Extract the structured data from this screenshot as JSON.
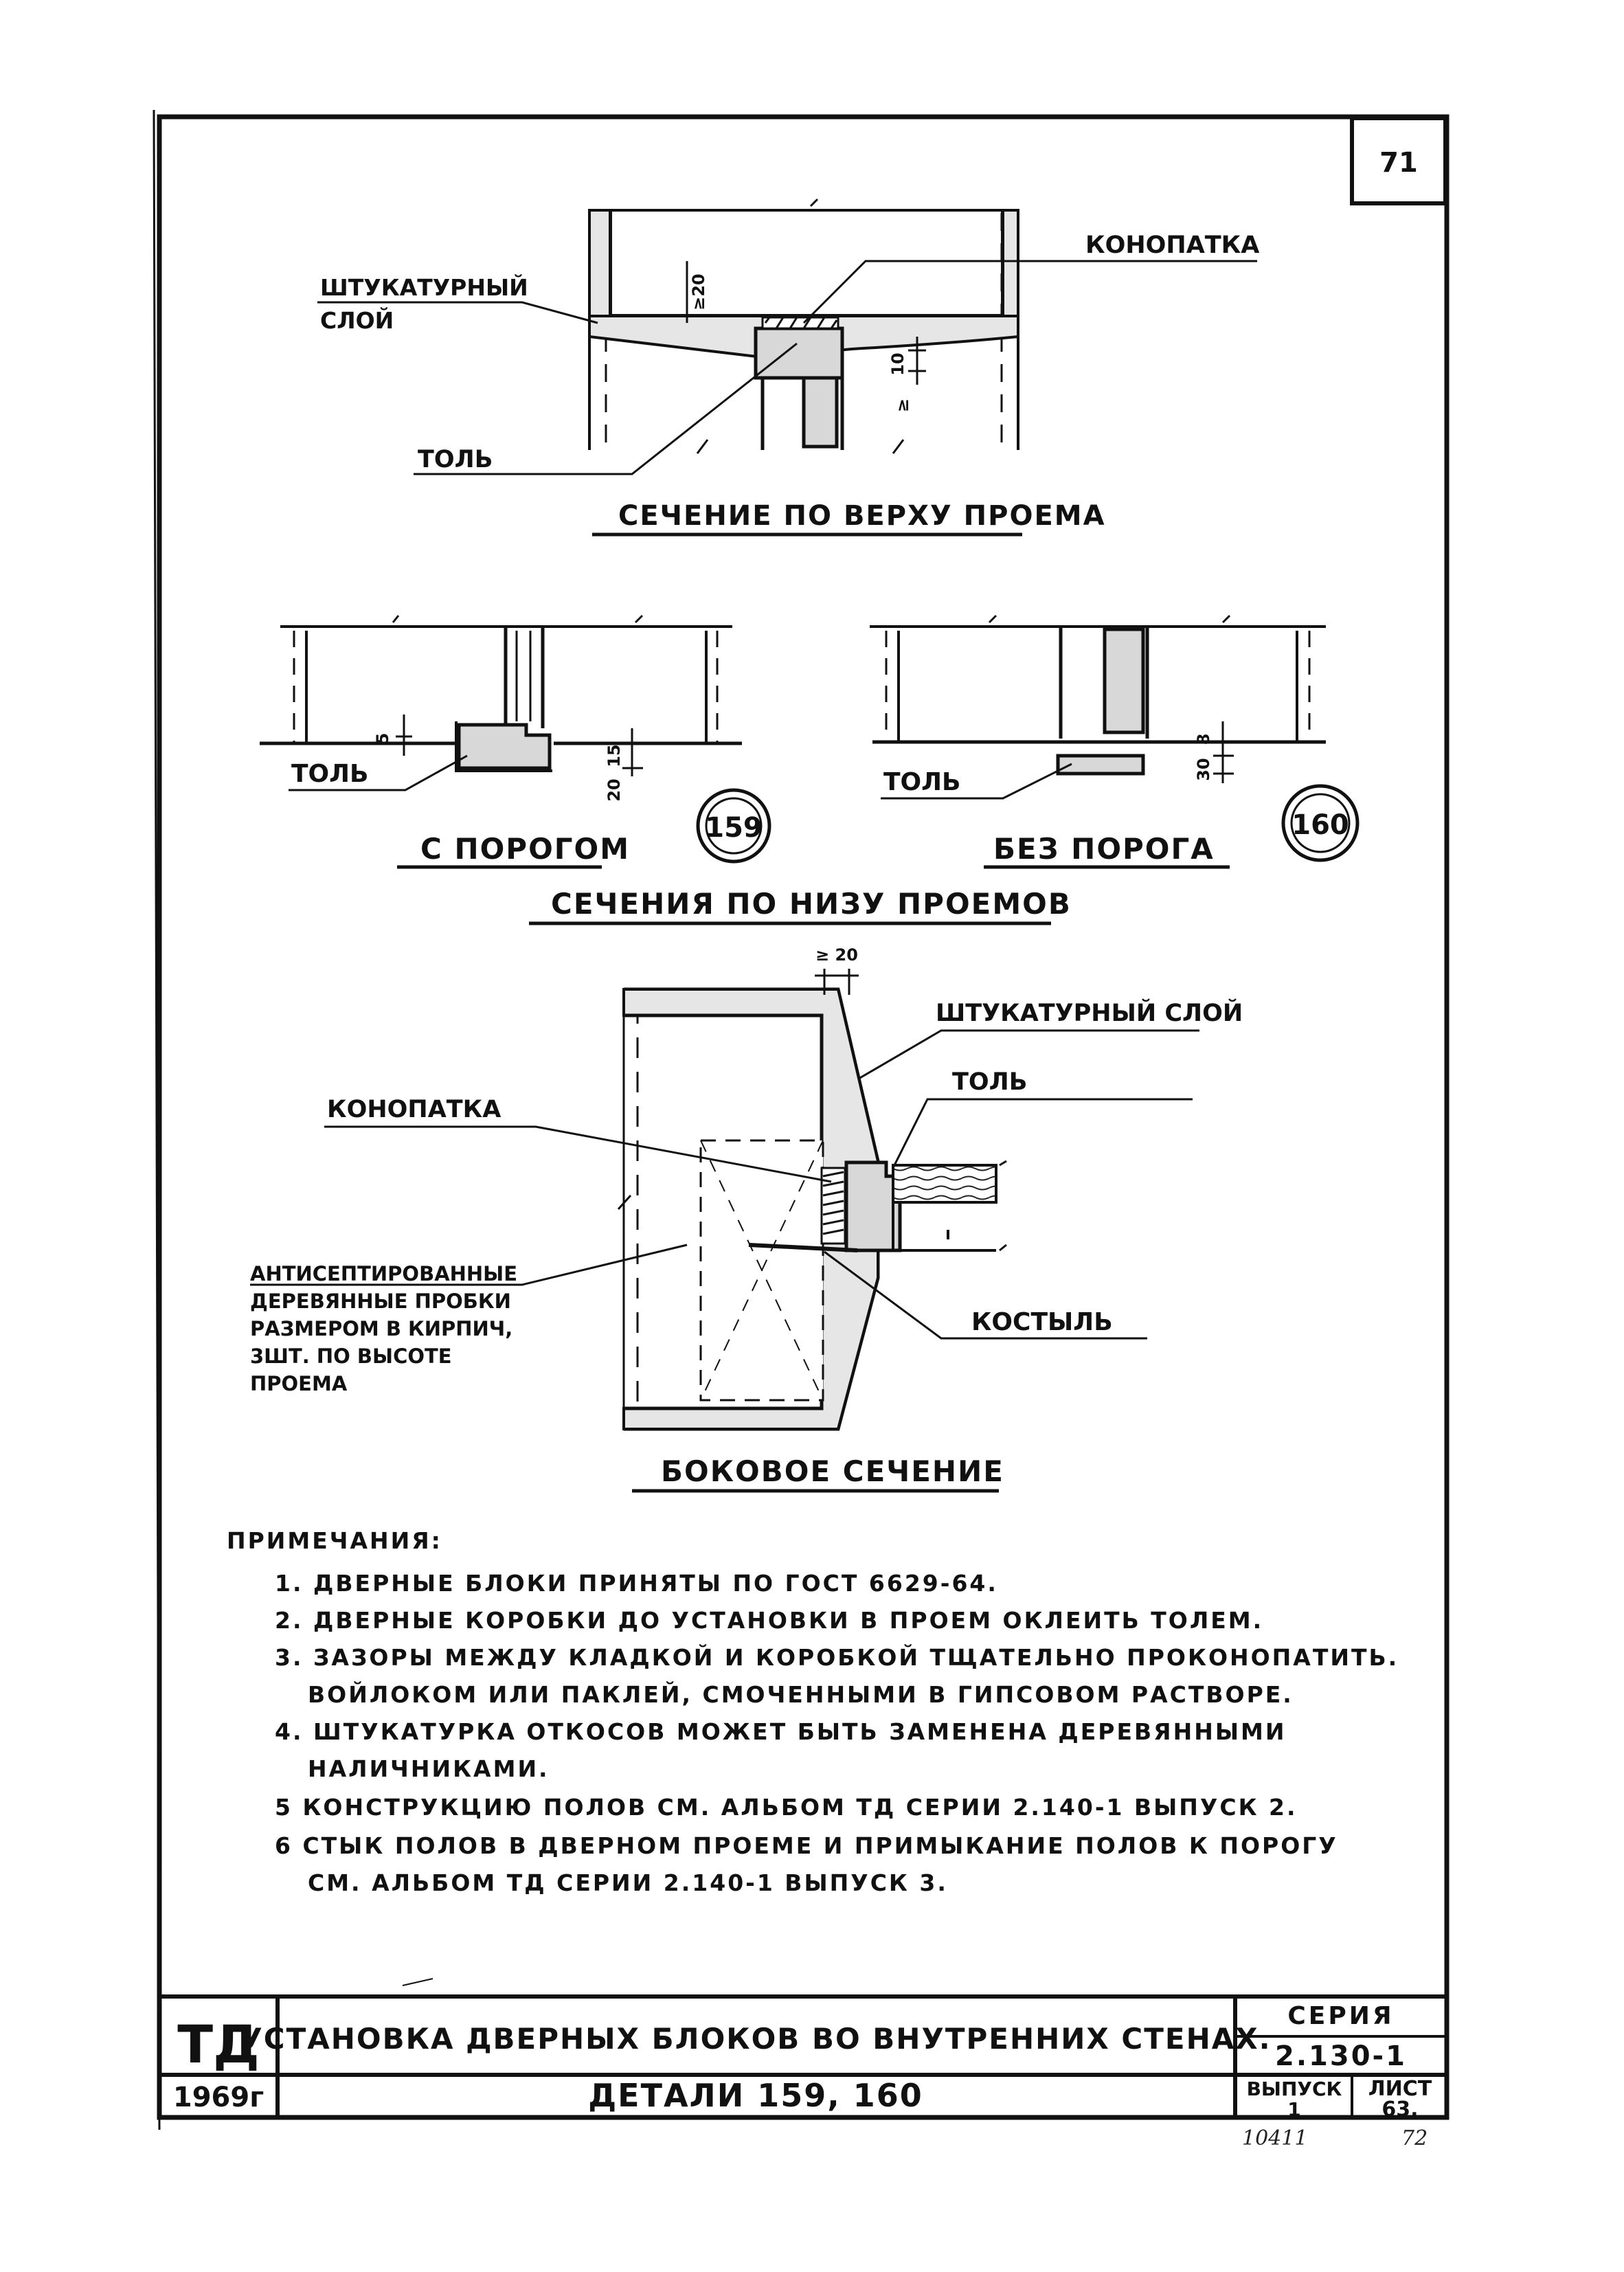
{
  "sheet": {
    "corner_number": "71",
    "bottom_stamp_left": "10411",
    "bottom_stamp_right": "72"
  },
  "top_section": {
    "title": "СЕЧЕНИЕ ПО ВЕРХУ ПРОЕМА",
    "label_plaster": [
      "ШТУКАТУРНЫЙ",
      "СЛОЙ"
    ],
    "label_caulk": "КОНОПАТКА",
    "label_tol": "ТОЛЬ",
    "dim_20": "≥20",
    "dim_10": "10",
    "dim_ge": "≥"
  },
  "bottom_sections": {
    "title": "СЕЧЕНИЯ ПО НИЗУ ПРОЕМОВ",
    "left": {
      "title": "С ПОРОГОМ",
      "tag": "159",
      "label_tol": "ТОЛЬ",
      "dim_5": "5",
      "dim_20": "20",
      "dim_15": "15"
    },
    "right": {
      "title": "БЕЗ ПОРОГА",
      "tag": "160",
      "label_tol": "ТОЛЬ",
      "dim_30": "30",
      "dim_8": "8"
    }
  },
  "side_section": {
    "title": "БОКОВОЕ СЕЧЕНИЕ",
    "dim_20": "≥ 20",
    "label_plaster": "ШТУКАТУРНЫЙ СЛОЙ",
    "label_tol": "ТОЛЬ",
    "label_caulk": "КОНОПАТКА",
    "label_plugs": [
      "АНТИСЕПТИРОВАННЫЕ",
      "ДЕРЕВЯННЫЕ ПРОБКИ",
      "РАЗМЕРОМ В КИРПИЧ,",
      "3ШТ. ПО ВЫСОТЕ",
      "ПРОЕМА"
    ],
    "label_spike": "КОСТЫЛЬ"
  },
  "notes": {
    "heading": "ПРИМЕЧАНИЯ:",
    "lines": [
      "1. ДВЕРНЫЕ БЛОКИ ПРИНЯТЫ ПО ГОСТ 6629-64.",
      "2. ДВЕРНЫЕ КОРОБКИ ДО УСТАНОВКИ В ПРОЕМ ОКЛЕИТЬ ТОЛЕМ.",
      "3. ЗАЗОРЫ МЕЖДУ КЛАДКОЙ И КОРОБКОЙ ТЩАТЕЛЬНО ПРОКОНОПАТИТЬ.",
      "ВОЙЛОКОМ ИЛИ ПАКЛЕЙ, СМОЧЕННЫМИ В ГИПСОВОМ РАСТВОРЕ.",
      "4. ШТУКАТУРКА ОТКОСОВ МОЖЕТ БЫТЬ ЗАМЕНЕНА ДЕРЕВЯННЫМИ",
      "НАЛИЧНИКАМИ.",
      "5 КОНСТРУКЦИЮ ПОЛОВ СМ. АЛЬБОМ ТД СЕРИИ 2.140-1 ВЫПУСК 2.",
      "6 СТЫК ПОЛОВ В ДВЕРНОМ ПРОЕМЕ И ПРИМЫКАНИЕ ПОЛОВ К ПОРОГУ",
      "СМ. АЛЬБОМ ТД СЕРИИ 2.140-1 ВЫПУСК 3."
    ]
  },
  "title_block": {
    "logo": "ТД",
    "year": "1969г",
    "title": "УСТАНОВКА ДВЕРНЫХ БЛОКОВ ВО ВНУТРЕННИХ СТЕНАХ.",
    "subtitle": "ДЕТАЛИ 159, 160",
    "series_label": "СЕРИЯ",
    "series_value": "2.130-1",
    "issue_label": "ВЫПУСК",
    "issue_value": "1",
    "sheet_label": "ЛИСТ",
    "sheet_value": "63."
  }
}
